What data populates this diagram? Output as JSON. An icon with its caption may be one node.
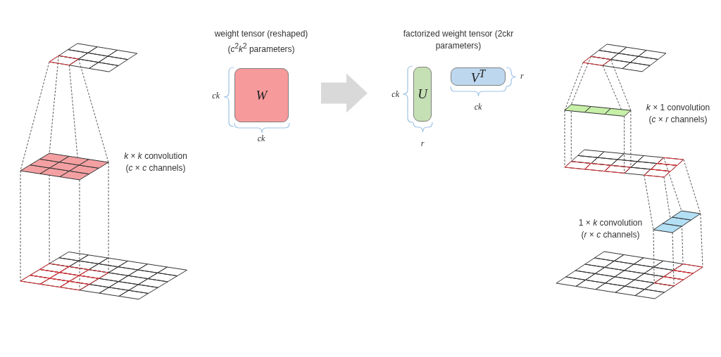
{
  "diagram": {
    "nodes": [
      {
        "text": [
          "W"
        ]
      },
      {
        "text": [
          "U"
        ]
      },
      {
        "text": [
          "V$^{T}$"
        ]
      }
    ],
    "edges": [
      {
        "from": 0,
        "to": 1,
        "arrow": "to"
      }
    ],
    "labels": [
      "weight tensor (reshaped) (*c*$^{2}$*k*$^{2}$ parameters)",
      "factorized weight tensor (2ckr parameters)",
      "*k* × *k* convolution (*c* × *c* channels)",
      "ck",
      "ck",
      "ck",
      "r",
      "r",
      "ck",
      "*k* × 1 convolution (*c* × *r* channels)",
      "1 × *k* convolution (*r* × *c* channels)"
    ]
  }
}
